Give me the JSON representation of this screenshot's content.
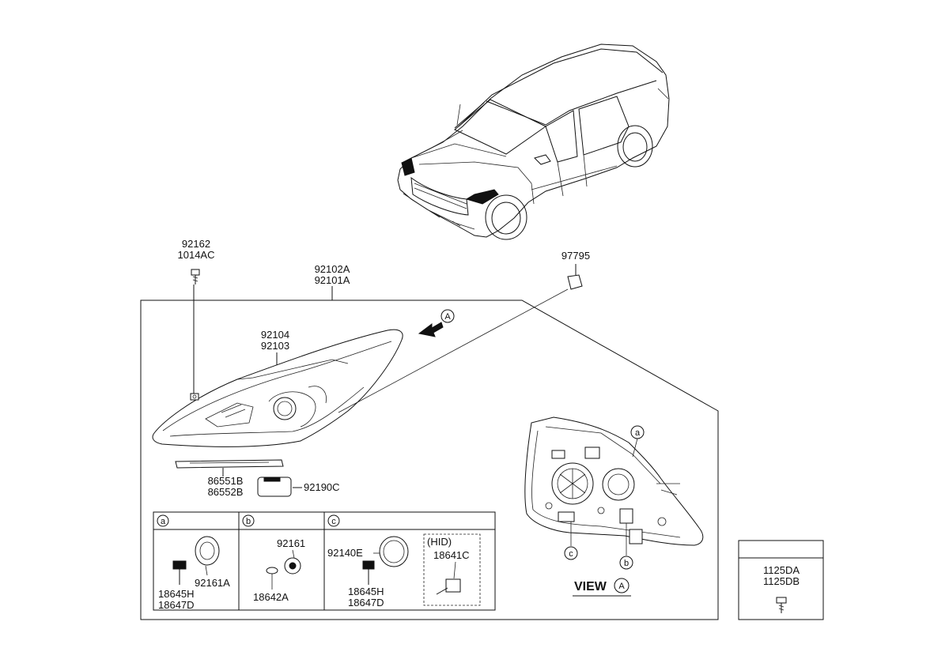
{
  "labels": {
    "bolt_top_1": "92162",
    "bolt_top_2": "1014AC",
    "assembly_1": "92102A",
    "assembly_2": "92101A",
    "bracket_part": "97795",
    "lens_1": "92104",
    "lens_2": "92103",
    "strip_1": "86551B",
    "strip_2": "86552B",
    "module_part": "92190C",
    "view_arrow_callout": "A",
    "view_title": "VIEW",
    "view_title_callout": "A",
    "rear_callout_a": "a",
    "rear_callout_b": "b",
    "rear_callout_c": "c",
    "side_bolt_1": "1125DA",
    "side_bolt_2": "1125DB"
  },
  "detail_table": {
    "headers": [
      "a",
      "b",
      "c"
    ],
    "cell_a": {
      "cap": "92161A",
      "bulb_1": "18645H",
      "bulb_2": "18647D"
    },
    "cell_b": {
      "socket": "92161",
      "bulb": "18642A"
    },
    "cell_c": {
      "cap": "92140E",
      "bulb_1": "18645H",
      "bulb_2": "18647D",
      "hid_title": "(HID)",
      "hid_part": "18641C"
    }
  }
}
